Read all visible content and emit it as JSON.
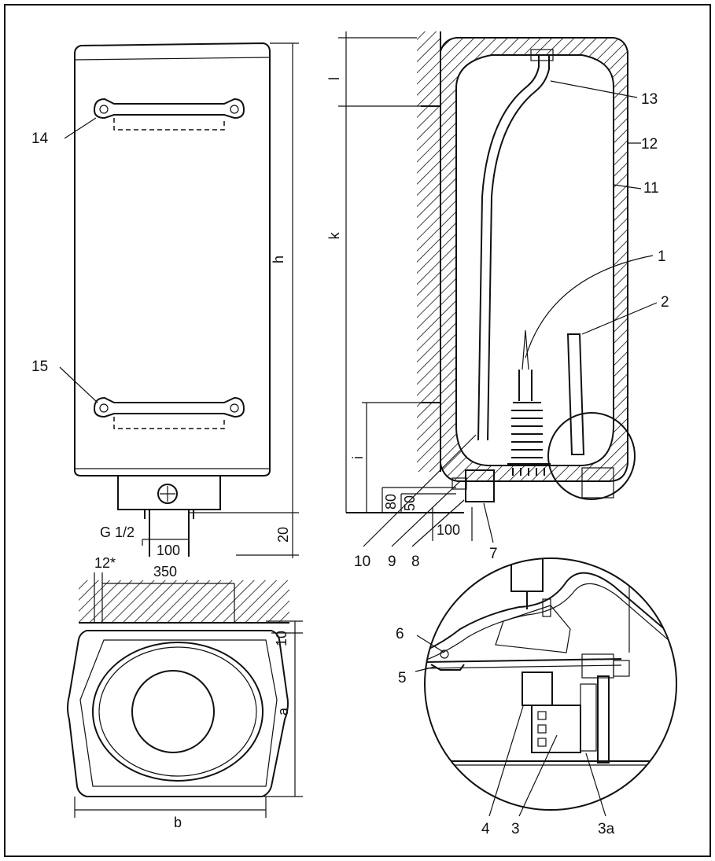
{
  "labels": {
    "l1": "1",
    "l2": "2",
    "l3": "3",
    "l3a": "3a",
    "l4": "4",
    "l5": "5",
    "l6": "6",
    "l7": "7",
    "l8": "8",
    "l9": "9",
    "l10": "10",
    "l11": "11",
    "l12": "12",
    "l13": "13",
    "l14": "14",
    "l15": "15"
  },
  "dimensions": {
    "h": "h",
    "k": "k",
    "l": "l",
    "i": "i",
    "a": "a",
    "b": "b",
    "d20": "20",
    "d80": "80",
    "d50": "50",
    "d100_front": "100",
    "d100_side": "100",
    "d350": "350",
    "d10": "10",
    "d12": "12*",
    "thread": "G 1/2"
  },
  "colors": {
    "ink": "#111111",
    "background": "#ffffff"
  }
}
